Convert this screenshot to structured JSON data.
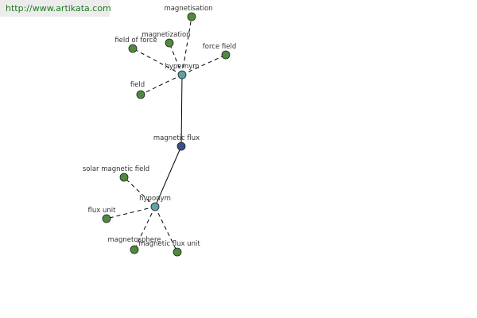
{
  "header": {
    "url": "http://www.artikata.com"
  },
  "graph": {
    "center": {
      "label": "magnetic flux",
      "color": "#3a4f8a"
    },
    "hypernym": {
      "label": "hypernym",
      "color": "#5aa3a6",
      "children": [
        "magnetisation",
        "magnetization",
        "field of force",
        "force field",
        "field"
      ]
    },
    "hyponym": {
      "label": "hyponym",
      "color": "#5aa3a6",
      "children": [
        "solar magnetic field",
        "flux unit",
        "magnetosphere",
        "magnetic flux unit"
      ]
    },
    "leaf_color": "#4f8a3d"
  }
}
